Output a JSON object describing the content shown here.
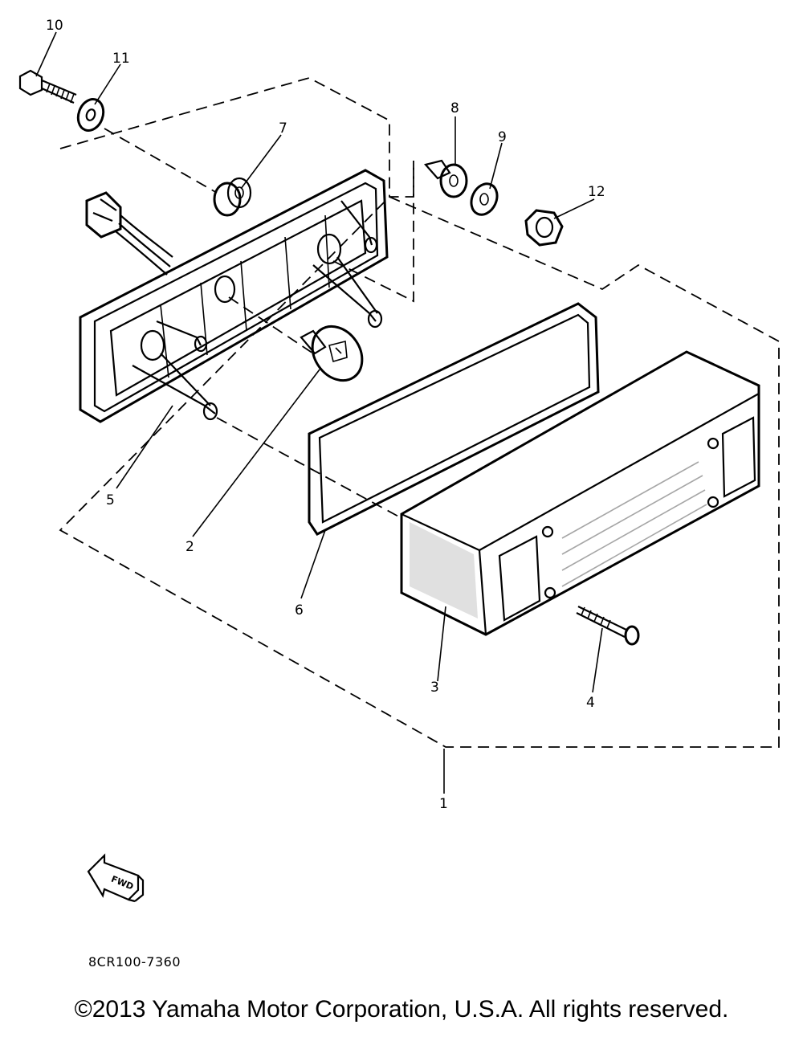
{
  "callouts": [
    {
      "id": "1",
      "label": "1"
    },
    {
      "id": "2",
      "label": "2"
    },
    {
      "id": "3",
      "label": "3"
    },
    {
      "id": "4",
      "label": "4"
    },
    {
      "id": "5",
      "label": "5"
    },
    {
      "id": "6",
      "label": "6"
    },
    {
      "id": "7",
      "label": "7"
    },
    {
      "id": "8",
      "label": "8"
    },
    {
      "id": "9",
      "label": "9"
    },
    {
      "id": "10",
      "label": "10"
    },
    {
      "id": "11",
      "label": "11"
    },
    {
      "id": "12",
      "label": "12"
    }
  ],
  "fwd_label": "FWD",
  "part_code": "8CR100-7360",
  "copyright": "©2013 Yamaha Motor Corporation, U.S.A. All rights reserved."
}
